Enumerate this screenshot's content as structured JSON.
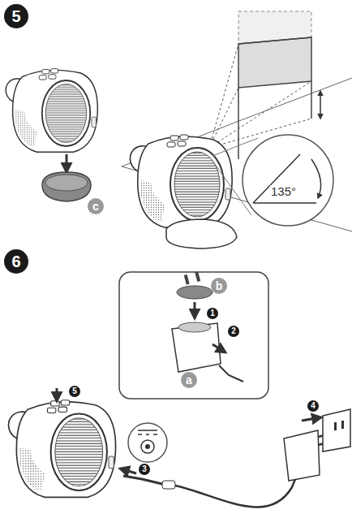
{
  "diagram": {
    "nodes": [
      {
        "text": [
          "5"
        ]
      },
      {
        "text": [
          "c"
        ]
      },
      {
        "text": [
          "6"
        ]
      },
      {
        "text": [
          "b"
        ]
      },
      {
        "text": [
          "1"
        ]
      },
      {
        "text": [
          "2"
        ]
      },
      {
        "text": [
          "a"
        ]
      },
      {
        "text": [
          "5"
        ]
      },
      {
        "text": [
          "4"
        ]
      },
      {
        "text": [
          "3"
        ]
      }
    ],
    "labels": [
      "135°"
    ]
  }
}
